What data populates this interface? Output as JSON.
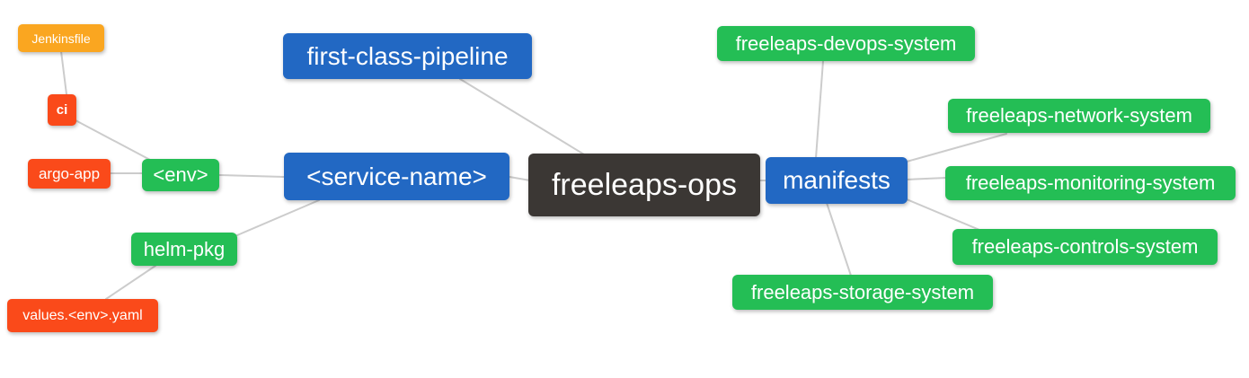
{
  "diagram": {
    "type": "mindmap",
    "root_label": "freeleaps-ops",
    "palette": {
      "blue": "#2268c3",
      "green": "#24be55",
      "orange": "#faa620",
      "red_orange": "#fa4a1a",
      "dark": "#3b3734",
      "edge": "#cccccc",
      "node_text": "#ffffff",
      "background": "#ffffff"
    },
    "nodes": [
      {
        "id": "freeleaps-ops",
        "label": "freeleaps-ops",
        "color_role": "dark"
      },
      {
        "id": "first-class-pipeline",
        "label": "first-class-pipeline",
        "color_role": "blue"
      },
      {
        "id": "service-name",
        "label": "<service-name>",
        "color_role": "blue"
      },
      {
        "id": "env",
        "label": "<env>",
        "color_role": "green"
      },
      {
        "id": "ci",
        "label": "ci",
        "color_role": "red_orange"
      },
      {
        "id": "jenkinsfile",
        "label": "Jenkinsfile",
        "color_role": "orange"
      },
      {
        "id": "argo-app",
        "label": "argo-app",
        "color_role": "red_orange"
      },
      {
        "id": "helm-pkg",
        "label": "helm-pkg",
        "color_role": "green"
      },
      {
        "id": "values-env-yaml",
        "label": "values.<env>.yaml",
        "color_role": "red_orange"
      },
      {
        "id": "manifests",
        "label": "manifests",
        "color_role": "blue"
      },
      {
        "id": "freeleaps-devops-system",
        "label": "freeleaps-devops-system",
        "color_role": "green"
      },
      {
        "id": "freeleaps-network-system",
        "label": "freeleaps-network-system",
        "color_role": "green"
      },
      {
        "id": "freeleaps-monitoring-system",
        "label": "freeleaps-monitoring-system",
        "color_role": "green"
      },
      {
        "id": "freeleaps-controls-system",
        "label": "freeleaps-controls-system",
        "color_role": "green"
      },
      {
        "id": "freeleaps-storage-system",
        "label": "freeleaps-storage-system",
        "color_role": "green"
      }
    ],
    "edges": [
      [
        "jenkinsfile",
        "ci"
      ],
      [
        "ci",
        "env"
      ],
      [
        "argo-app",
        "env"
      ],
      [
        "env",
        "service-name"
      ],
      [
        "helm-pkg",
        "service-name"
      ],
      [
        "values-env-yaml",
        "helm-pkg"
      ],
      [
        "service-name",
        "freeleaps-ops"
      ],
      [
        "first-class-pipeline",
        "freeleaps-ops"
      ],
      [
        "freeleaps-ops",
        "manifests"
      ],
      [
        "manifests",
        "freeleaps-devops-system"
      ],
      [
        "manifests",
        "freeleaps-network-system"
      ],
      [
        "manifests",
        "freeleaps-monitoring-system"
      ],
      [
        "manifests",
        "freeleaps-controls-system"
      ],
      [
        "manifests",
        "freeleaps-storage-system"
      ]
    ]
  }
}
